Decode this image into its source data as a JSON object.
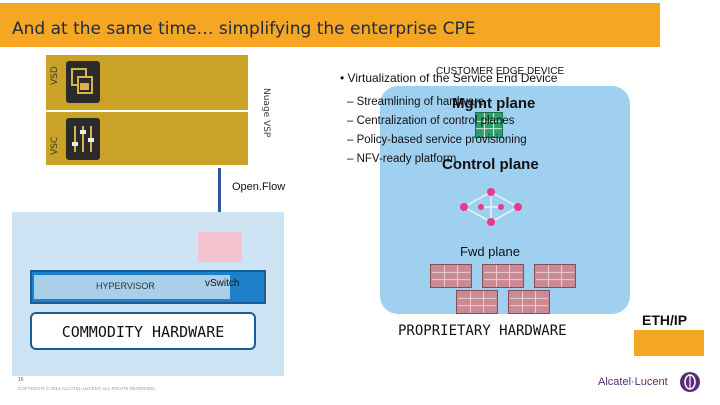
{
  "slide": {
    "title": "And at the same time…  simplifying the enterprise CPE",
    "page_number": "16",
    "copyright": "COPYRIGHT © 2014 ALCATEL-LUCENT. ALL RIGHTS RESERVED."
  },
  "nuage": {
    "vsd_label": "VSD",
    "vsc_label": "VSC",
    "platform_label": "Nuage VSP"
  },
  "openflow_label": "Open.Flow",
  "commodity": {
    "hypervisor_label": "HYPERVISOR",
    "vswitch_label": "vSwitch",
    "hardware_label": "COMMODITY HARDWARE"
  },
  "cpe": {
    "overlay_title": "CUSTOMER EDGE DEVICE",
    "bullet_main": "• Virtualization of the Service End Device",
    "sub_bullets": [
      "– Streamlining of hardware",
      "– Centralization of control planes",
      "– Policy-based service provisioning",
      "– NFV-ready platform"
    ],
    "mgmt_plane": "Mgmt plane",
    "control_plane": "Control plane",
    "fwd_plane": "Fwd plane",
    "hardware_label": "PROPRIETARY HARDWARE"
  },
  "eth_label": "ETH/IP",
  "logo_text": "Alcatel·Lucent",
  "colors": {
    "title_bar": "#f5a623",
    "nuage_panel": "#c9a227",
    "server_bg": "#cde3f3",
    "cpe_bg": "#9fd0f0",
    "hypervisor": "#1f7fc9"
  }
}
